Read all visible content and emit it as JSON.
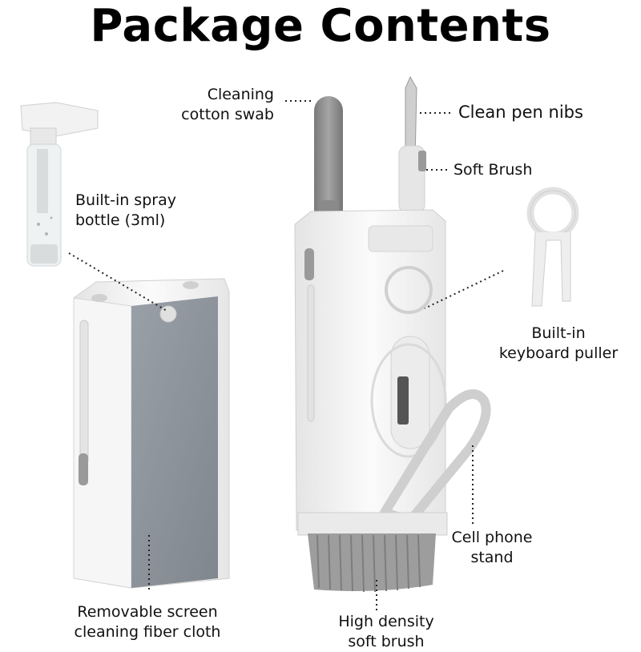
{
  "title": "Package Contents",
  "labels": {
    "cotton_swab": [
      "Cleaning",
      "cotton swab"
    ],
    "pen_nibs": "Clean pen nibs",
    "soft_brush": "Soft Brush",
    "spray_bottle": [
      "Built-in spray",
      "bottle (3ml)"
    ],
    "keyboard_puller": [
      "Built-in",
      "keyboard puller"
    ],
    "phone_stand": [
      "Cell phone",
      "stand"
    ],
    "screen_cloth": [
      "Removable screen",
      "cleaning fiber cloth"
    ],
    "high_density_brush": [
      "High density",
      "soft brush"
    ]
  },
  "colors": {
    "body_white": "#f3f3f3",
    "cloth_gray": "#8e949c",
    "accent_gray": "#9a9a9a"
  }
}
